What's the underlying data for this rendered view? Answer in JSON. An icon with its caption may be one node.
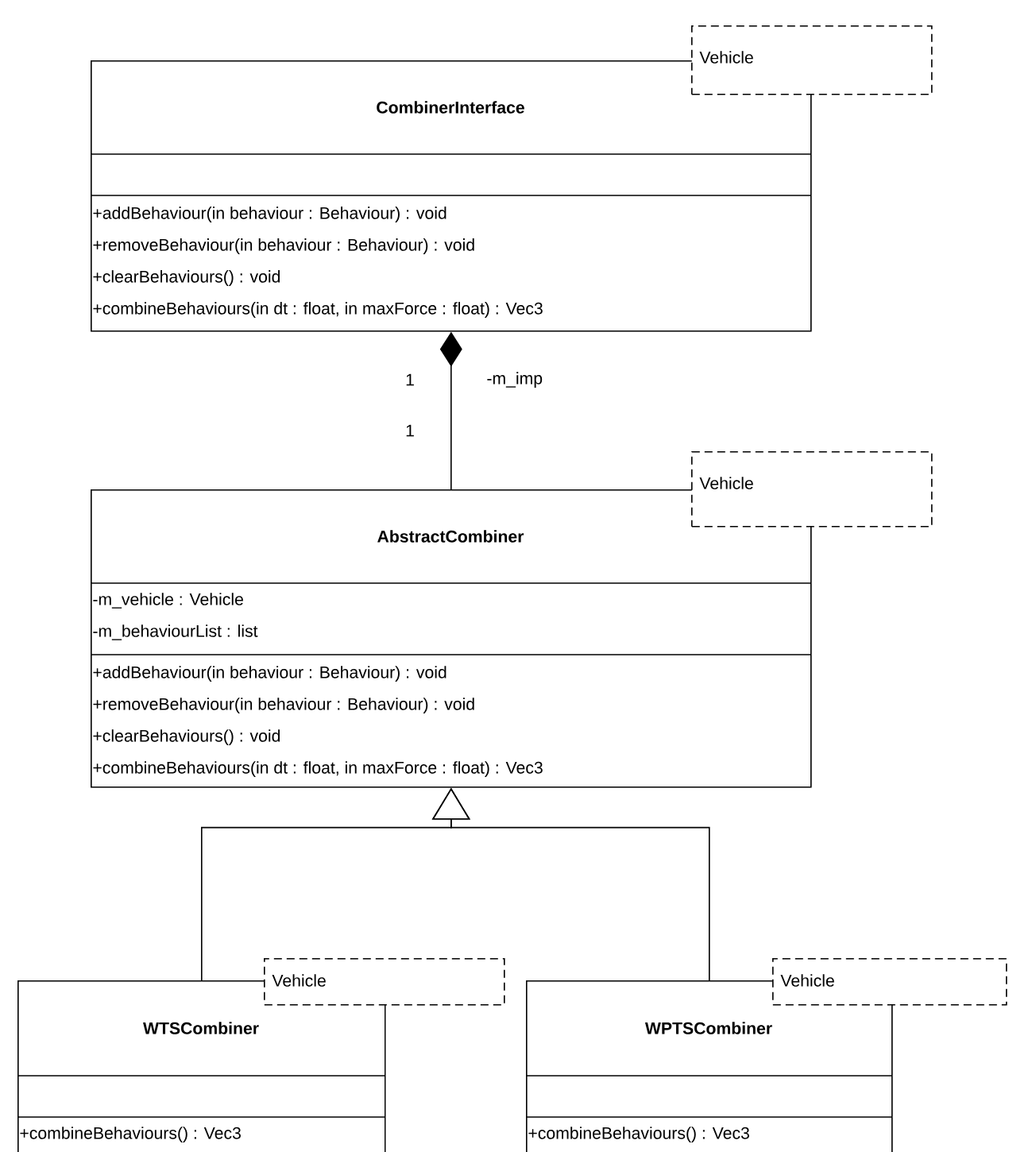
{
  "diagram": {
    "nodes": [
      {
        "text": [
          "CombinerInterface",
          "+addBehaviour(in behaviour : Behaviour) : void",
          "+removeBehaviour(in behaviour : Behaviour) : void",
          "+clearBehaviours() : void",
          "+combineBehaviours(in dt : float, in maxForce : float) : Vec3"
        ]
      },
      {
        "text": [
          "Vehicle"
        ]
      },
      {
        "text": [
          "AbstractCombiner",
          "-m_vehicle : Vehicle",
          "-m_behaviourList : list",
          "+addBehaviour(in behaviour : Behaviour) : void",
          "+removeBehaviour(in behaviour : Behaviour) : void",
          "+clearBehaviours() : void",
          "+combineBehaviours(in dt : float, in maxForce : float) : Vec3"
        ]
      },
      {
        "text": [
          "Vehicle"
        ]
      },
      {
        "text": [
          "WTSCombiner",
          "+combineBehaviours() : Vec3"
        ]
      },
      {
        "text": [
          "Vehicle"
        ]
      },
      {
        "text": [
          "WPTSCombiner",
          "+combineBehaviours() : Vec3"
        ]
      },
      {
        "text": [
          "Vehicle"
        ]
      }
    ],
    "edges": [
      {
        "from": 2,
        "to": 0,
        "arrow": "other",
        "label": "-m_imp"
      },
      {
        "from": 4,
        "to": 2,
        "arrow": "to"
      },
      {
        "from": 6,
        "to": 2,
        "arrow": "to"
      }
    ],
    "labels": [
      "1",
      "1"
    ]
  }
}
